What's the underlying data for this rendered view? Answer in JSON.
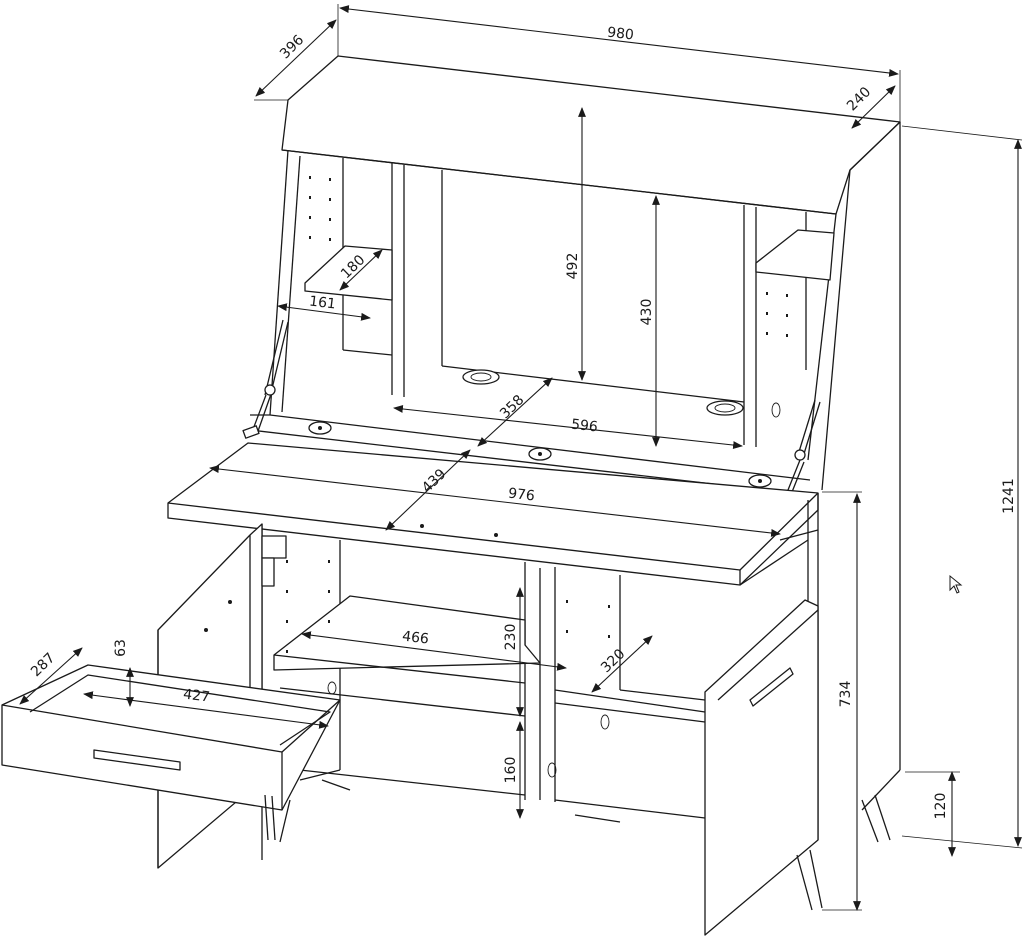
{
  "diagram": {
    "dimensions": {
      "overall_width": "980",
      "overall_depth": "396",
      "top_depth": "240",
      "overall_height": "1241",
      "leg_height": "120",
      "base_height": "734",
      "shelf_depth_left": "180",
      "shelf_width_left": "161",
      "upper_inner_height": "492",
      "upper_shelf_height": "430",
      "inner_depth": "358",
      "inner_width": "596",
      "flap_depth": "439",
      "flap_width": "976",
      "drawer_height": "63",
      "drawer_depth": "287",
      "drawer_width": "427",
      "shelf_width": "466",
      "shelf_gap_upper": "230",
      "shelf_gap_lower": "160",
      "right_shelf_depth": "320"
    }
  },
  "ui": {
    "cursor_icon": "mouse-pointer-icon"
  }
}
